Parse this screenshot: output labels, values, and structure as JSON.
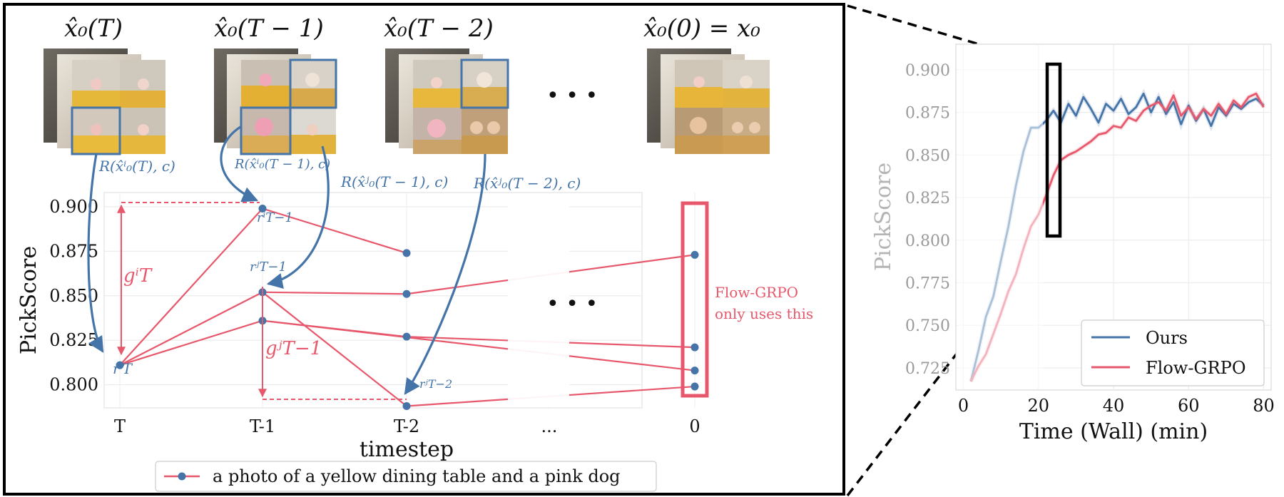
{
  "left_panel": {
    "top_labels": [
      "x̂₀(T)",
      "x̂₀(T − 1)",
      "x̂₀(T − 2)",
      "x̂₀(0) = x₀"
    ],
    "ellipsis": "• • •",
    "reward_labels": [
      "R(x̂ⁱ₀(T), c)",
      "R(x̂ⁱ₀(T − 1), c)",
      "R(x̂ʲ₀(T − 1), c)",
      "R(x̂ʲ₀(T − 2), c)"
    ],
    "annotations": {
      "g_T_i": "gⁱT",
      "g_T1_j": "gʲT−1",
      "r_T_i": "rⁱT",
      "r_T1_i": "rⁱT−1",
      "r_T1_j": "rʲT−1",
      "r_T2_j": "rʲT−2"
    },
    "flow_grpo_note": [
      "Flow-GRPO",
      "only uses this"
    ],
    "legend": "a photo of a yellow dining table and a pink dog"
  },
  "chart_data": [
    {
      "type": "scatter",
      "xlabel": "timestep",
      "ylabel": "PickScore",
      "categories": [
        "T",
        "T-1",
        "T-2",
        "...",
        "0"
      ],
      "ylim": [
        0.787,
        0.908
      ],
      "yticks": [
        0.8,
        0.825,
        0.85,
        0.875,
        0.9
      ],
      "grid": true,
      "points": [
        {
          "x": "T",
          "y": 0.811
        },
        {
          "x": "T-1",
          "y": 0.899
        },
        {
          "x": "T-1",
          "y": 0.852
        },
        {
          "x": "T-1",
          "y": 0.836
        },
        {
          "x": "T-2",
          "y": 0.874
        },
        {
          "x": "T-2",
          "y": 0.851
        },
        {
          "x": "T-2",
          "y": 0.827
        },
        {
          "x": "T-2",
          "y": 0.788
        },
        {
          "x": "0",
          "y": 0.873
        },
        {
          "x": "0",
          "y": 0.821
        },
        {
          "x": "0",
          "y": 0.808
        },
        {
          "x": "0",
          "y": 0.799
        }
      ],
      "legend": [
        "a photo of a yellow dining table and a pink dog"
      ]
    },
    {
      "type": "line",
      "xlabel": "Time (Wall) (min)",
      "ylabel": "PickScore",
      "xlim": [
        -2,
        82
      ],
      "ylim": [
        0.712,
        0.915
      ],
      "xticks": [
        0,
        20,
        40,
        60,
        80
      ],
      "yticks": [
        0.725,
        0.75,
        0.775,
        0.8,
        0.825,
        0.85,
        0.875,
        0.9
      ],
      "grid": true,
      "legend_position": "bottom-right",
      "series": [
        {
          "name": "Ours",
          "color": "#4474a8",
          "x": [
            2,
            4,
            6,
            8,
            10,
            12,
            14,
            16,
            18,
            20,
            22,
            24,
            26,
            28,
            30,
            32,
            34,
            36,
            38,
            40,
            42,
            44,
            46,
            48,
            50,
            52,
            54,
            56,
            58,
            60,
            62,
            64,
            66,
            68,
            70,
            72,
            74,
            76,
            78,
            80
          ],
          "y": [
            0.717,
            0.735,
            0.755,
            0.767,
            0.788,
            0.808,
            0.832,
            0.852,
            0.866,
            0.866,
            0.87,
            0.876,
            0.869,
            0.88,
            0.873,
            0.884,
            0.877,
            0.869,
            0.88,
            0.876,
            0.883,
            0.874,
            0.878,
            0.886,
            0.875,
            0.884,
            0.874,
            0.881,
            0.868,
            0.879,
            0.87,
            0.877,
            0.867,
            0.878,
            0.873,
            0.88,
            0.877,
            0.881,
            0.883,
            0.879
          ]
        },
        {
          "name": "Flow-GRPO",
          "color": "#e7586c",
          "x": [
            2,
            4,
            6,
            8,
            10,
            12,
            14,
            16,
            18,
            20,
            22,
            24,
            26,
            28,
            30,
            32,
            34,
            36,
            38,
            40,
            42,
            44,
            46,
            48,
            50,
            52,
            54,
            56,
            58,
            60,
            62,
            64,
            66,
            68,
            70,
            72,
            74,
            76,
            78,
            80
          ],
          "y": [
            0.717,
            0.726,
            0.733,
            0.745,
            0.757,
            0.77,
            0.78,
            0.795,
            0.808,
            0.815,
            0.826,
            0.838,
            0.847,
            0.85,
            0.852,
            0.855,
            0.858,
            0.862,
            0.863,
            0.867,
            0.866,
            0.872,
            0.87,
            0.876,
            0.879,
            0.881,
            0.876,
            0.885,
            0.873,
            0.878,
            0.871,
            0.877,
            0.873,
            0.88,
            0.874,
            0.882,
            0.878,
            0.884,
            0.886,
            0.878
          ]
        }
      ]
    }
  ]
}
